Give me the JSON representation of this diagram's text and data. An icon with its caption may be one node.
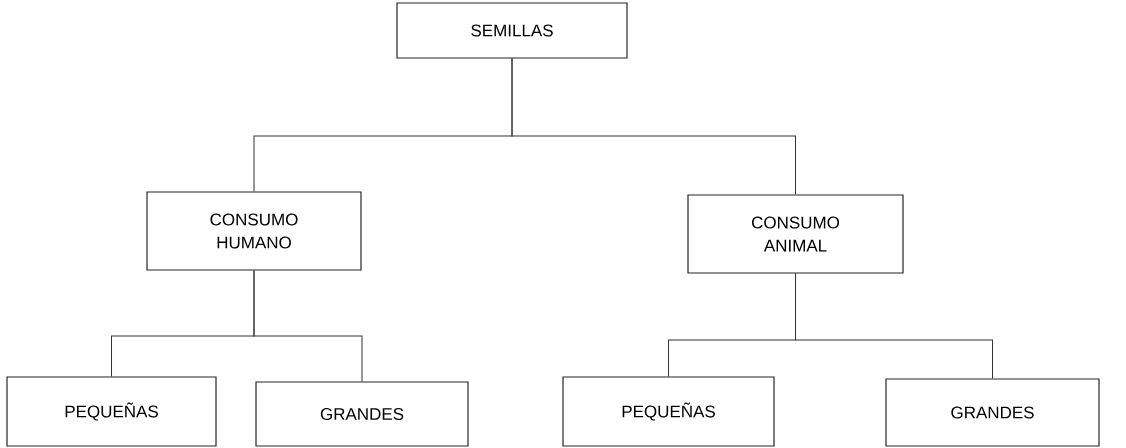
{
  "diagram": {
    "nodes": [
      {
        "text": [
          "SEMILLAS"
        ]
      },
      {
        "text": [
          "CONSUMO HUMANO"
        ]
      },
      {
        "text": [
          "CONSUMO ANIMAL"
        ]
      },
      {
        "text": [
          "PEQUEÑAS"
        ]
      },
      {
        "text": [
          "GRANDES"
        ]
      },
      {
        "text": [
          "PEQUEÑAS"
        ]
      },
      {
        "text": [
          "GRANDES"
        ]
      }
    ],
    "edges": [
      {
        "from": 0,
        "to": 1,
        "arrow": "none"
      },
      {
        "from": 0,
        "to": 2,
        "arrow": "none"
      },
      {
        "from": 1,
        "to": 3,
        "arrow": "none"
      },
      {
        "from": 1,
        "to": 4,
        "arrow": "none"
      },
      {
        "from": 2,
        "to": 5,
        "arrow": "none"
      },
      {
        "from": 2,
        "to": 6,
        "arrow": "none"
      }
    ]
  }
}
